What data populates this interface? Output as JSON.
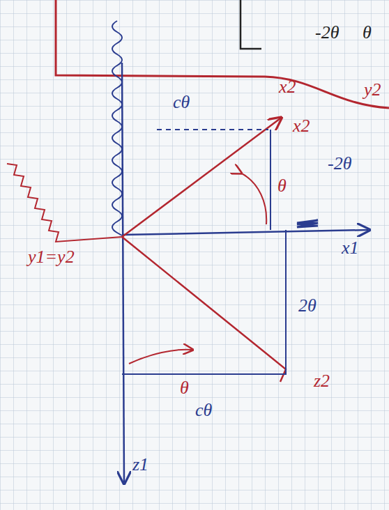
{
  "diagram": {
    "labels": [
      "-2θ",
      "θ",
      "x2",
      "y2",
      "cθ",
      "x2",
      "θ",
      "-2θ",
      "x1",
      "y1=y2",
      "2θ",
      "θ",
      "cθ",
      "z2",
      "z1"
    ]
  }
}
